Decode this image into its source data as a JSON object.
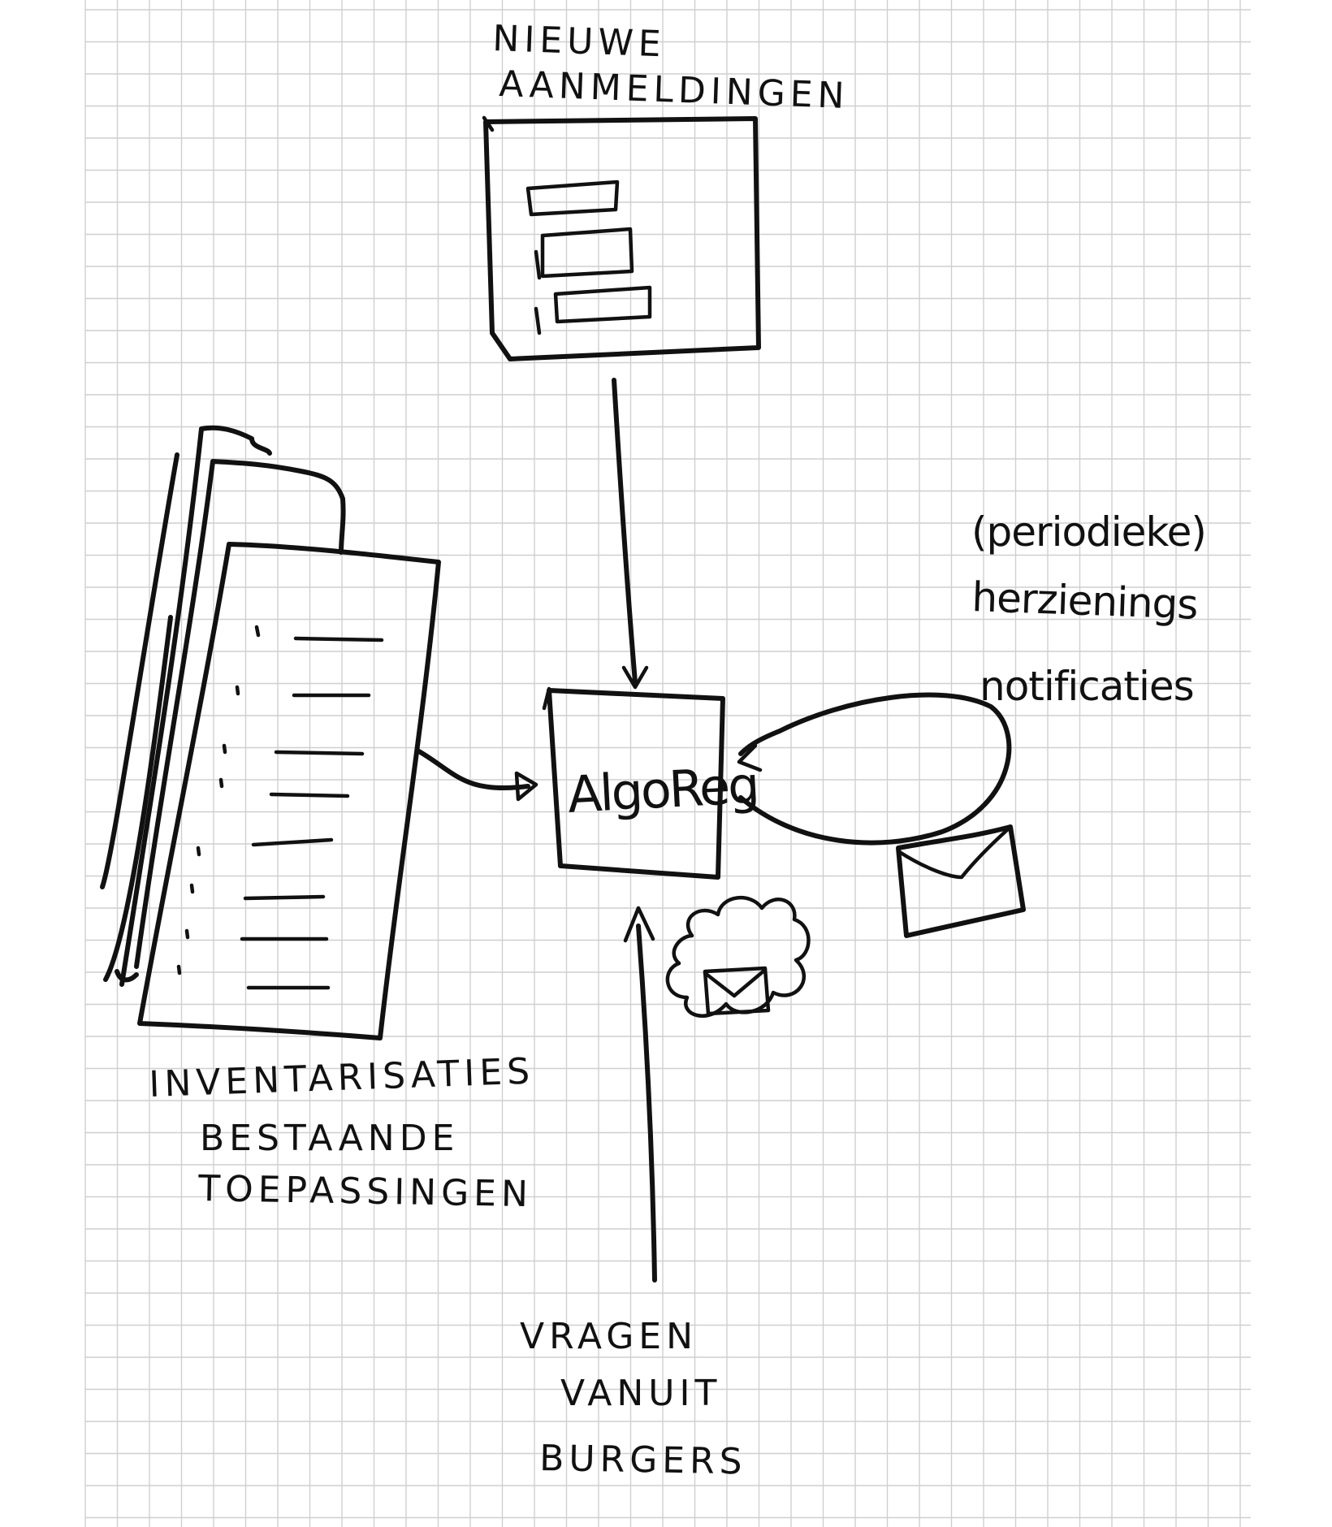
{
  "colors": {
    "paper": "#ffffff",
    "grid": "#cfcfcf",
    "ink": "#111111"
  },
  "labels": {
    "new_registrations": [
      "NIEUWE",
      "AANMELDINGEN"
    ],
    "inventories": [
      "INVENTARISATIES",
      "BESTAANDE",
      "TOEPASSINGEN"
    ],
    "center": "AlgoReg",
    "review_notifications": [
      "(periodieke)",
      "herzienings",
      "notificaties"
    ],
    "citizen_questions": [
      "VRAGEN",
      "VANUIT",
      "BURGERS"
    ]
  },
  "icons": {
    "registrations_form": "form-document-icon",
    "inventory_stack": "document-stack-icon",
    "review_mail": "envelope-icon",
    "citizen_mail": "envelope-in-cloud-icon"
  }
}
